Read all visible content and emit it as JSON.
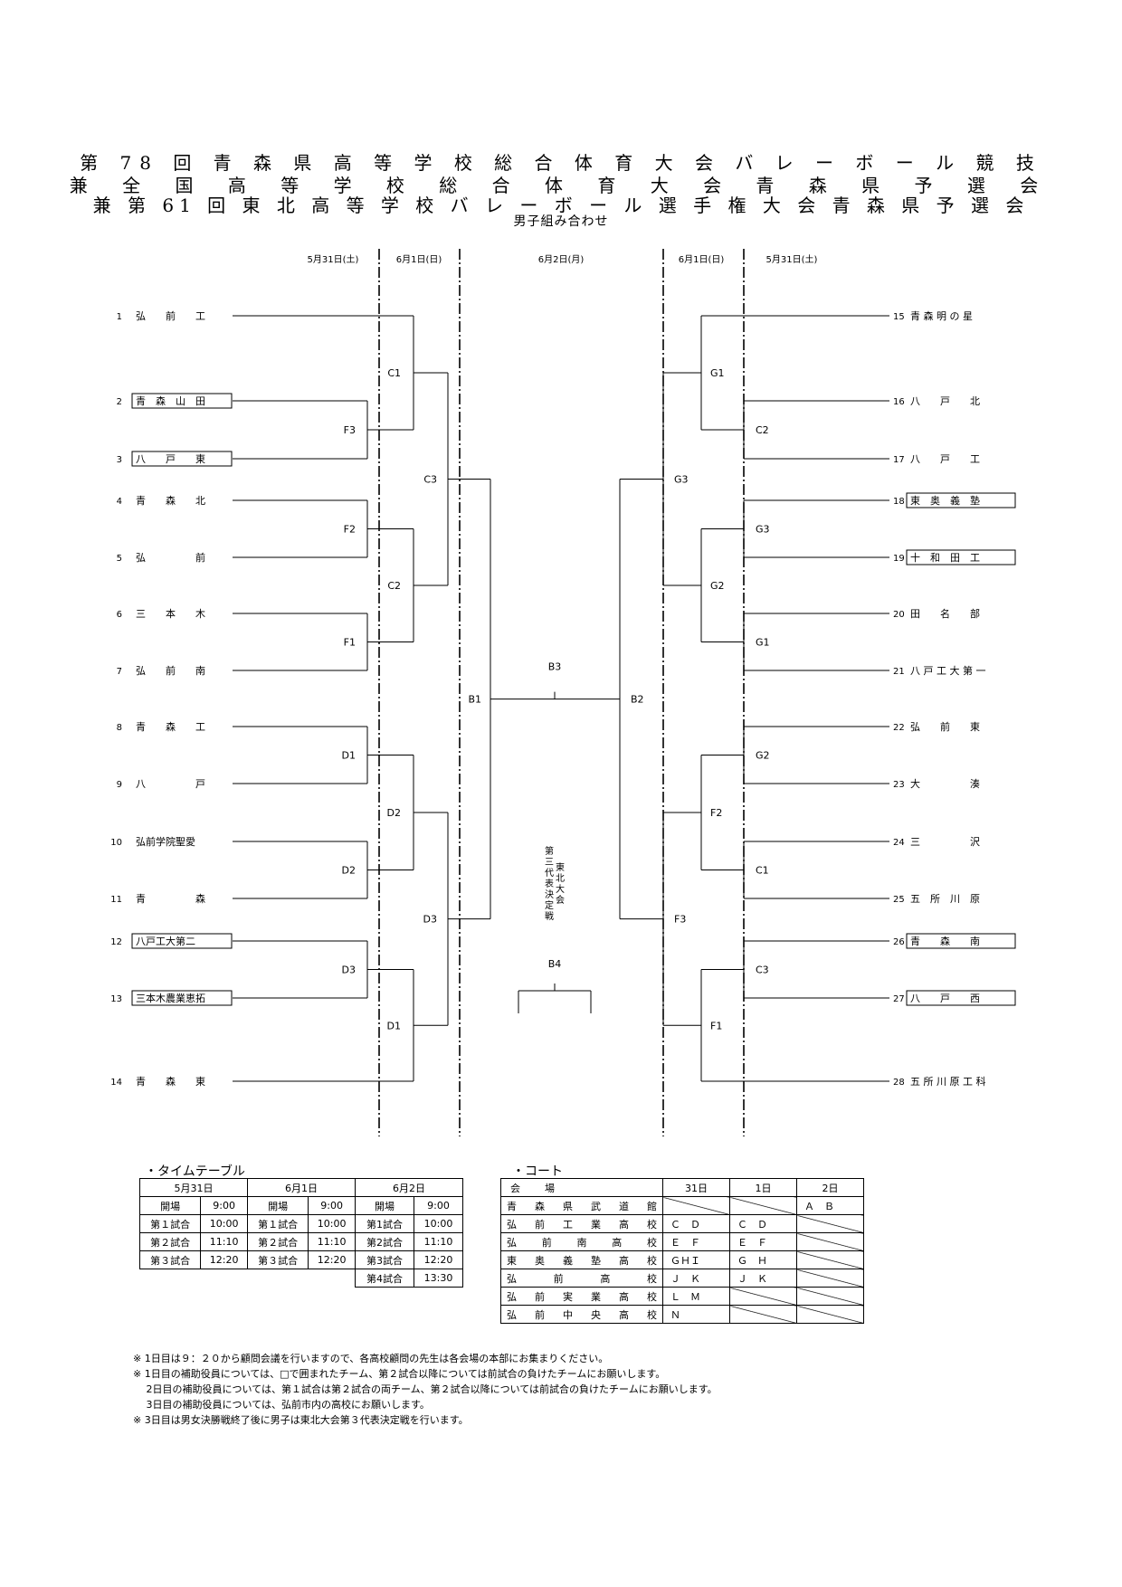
{
  "title": {
    "line1": "第 78 回 青 森 県 高 等 学 校 総 合 体 育 大 会 バ レ ー ボ ー ル 競 技",
    "line2": "兼 全 国 高 等 学 校 総 合 体 育 大 会 青 森 県 予 選 会",
    "line3": "兼 第 61 回 東 北 高 等 学 校 バ レ ー ボ ー ル 選 手 権 大 会 青 森 県 予 選 会",
    "subtitle": "男子組み合わせ"
  },
  "bracket": {
    "dates": [
      "5月31日(土)",
      "6月1日(日)",
      "6月2日(月)",
      "6月1日(日)",
      "5月31日(土)"
    ],
    "left_teams": [
      {
        "no": "1",
        "name": "弘　　前　　工",
        "boxed": false
      },
      {
        "no": "2",
        "name": "青　森　山　田",
        "boxed": true
      },
      {
        "no": "3",
        "name": "八　　戸　　東",
        "boxed": true
      },
      {
        "no": "4",
        "name": "青　　森　　北",
        "boxed": false
      },
      {
        "no": "5",
        "name": "弘　　　　　前",
        "boxed": false
      },
      {
        "no": "6",
        "name": "三　　本　　木",
        "boxed": false
      },
      {
        "no": "7",
        "name": "弘　　前　　南",
        "boxed": false
      },
      {
        "no": "8",
        "name": "青　　森　　工",
        "boxed": false
      },
      {
        "no": "9",
        "name": "八　　　　　戸",
        "boxed": false
      },
      {
        "no": "10",
        "name": "弘前学院聖愛",
        "boxed": false
      },
      {
        "no": "11",
        "name": "青　　　　　森",
        "boxed": false
      },
      {
        "no": "12",
        "name": "八戸工大第二",
        "boxed": true
      },
      {
        "no": "13",
        "name": "三本木農業恵拓",
        "boxed": true
      },
      {
        "no": "14",
        "name": "青　　森　　東",
        "boxed": false
      }
    ],
    "right_teams": [
      {
        "no": "15",
        "name": "青 森 明 の 星",
        "boxed": false
      },
      {
        "no": "16",
        "name": "八　　戸　　北",
        "boxed": false
      },
      {
        "no": "17",
        "name": "八　　戸　　工",
        "boxed": false
      },
      {
        "no": "18",
        "name": "東　奥　義　塾",
        "boxed": true
      },
      {
        "no": "19",
        "name": "十　和　田　工",
        "boxed": true
      },
      {
        "no": "20",
        "name": "田　　名　　部",
        "boxed": false
      },
      {
        "no": "21",
        "name": "八 戸 工 大 第 一",
        "boxed": false
      },
      {
        "no": "22",
        "name": "弘　　前　　東",
        "boxed": false
      },
      {
        "no": "23",
        "name": "大　　　　　湊",
        "boxed": false
      },
      {
        "no": "24",
        "name": "三　　　　　沢",
        "boxed": false
      },
      {
        "no": "25",
        "name": "五　所　川　原",
        "boxed": false
      },
      {
        "no": "26",
        "name": "青　　森　　南",
        "boxed": true
      },
      {
        "no": "27",
        "name": "八　　戸　　西",
        "boxed": true
      },
      {
        "no": "28",
        "name": "五 所 川 原 工 科",
        "boxed": false
      }
    ],
    "left_r1": [
      "F3",
      "F2",
      "F1",
      "D1",
      "D2",
      "D3"
    ],
    "left_r2": [
      "C1",
      "C2",
      "D2",
      "D1"
    ],
    "left_r3": [
      "C3",
      "D3"
    ],
    "left_semi": "B1",
    "right_r1": [
      "C2",
      "G3",
      "G1",
      "G2",
      "C1",
      "C3"
    ],
    "right_r2": [
      "G1",
      "G2",
      "F2",
      "F1"
    ],
    "right_r3": [
      "G3",
      "F3"
    ],
    "right_semi": "B2",
    "final": "B3",
    "third_place_label": "B4",
    "third_place_caption": [
      "東北大会",
      "第三代表決定戦"
    ]
  },
  "timetable": {
    "heading": "・タイムテーブル",
    "days": [
      "5月31日",
      "6月1日",
      "6月2日"
    ],
    "rows": [
      [
        "開場",
        "9:00",
        "開場",
        "9:00",
        "開場",
        "9:00"
      ],
      [
        "第１試合",
        "10:00",
        "第１試合",
        "10:00",
        "第1試合",
        "10:00"
      ],
      [
        "第２試合",
        "11:10",
        "第２試合",
        "11:10",
        "第2試合",
        "11:10"
      ],
      [
        "第３試合",
        "12:20",
        "第３試合",
        "12:20",
        "第3試合",
        "12:20"
      ],
      [
        "",
        "",
        "",
        "",
        "第4試合",
        "13:30"
      ]
    ]
  },
  "court": {
    "heading": "・コート",
    "header": [
      "会　場",
      "31日",
      "1日",
      "2日"
    ],
    "rows": [
      [
        "青森県武道館",
        "",
        "",
        "Ａ　Ｂ"
      ],
      [
        "弘前工業高校",
        "Ｃ　Ｄ",
        "Ｃ　Ｄ",
        ""
      ],
      [
        "弘前南高校",
        "Ｅ　Ｆ",
        "Ｅ　Ｆ",
        ""
      ],
      [
        "東奥義塾高校",
        "ＧＨＩ",
        "Ｇ　Ｈ",
        ""
      ],
      [
        "弘前高校",
        "Ｊ　Ｋ",
        "Ｊ　Ｋ",
        ""
      ],
      [
        "弘前実業高校",
        "Ｌ　Ｍ",
        "",
        ""
      ],
      [
        "弘前中央高校",
        "Ｎ",
        "",
        ""
      ]
    ]
  },
  "notes": [
    "※ 1日目は９：２０から顧問会議を行いますので、各高校顧問の先生は各会場の本部にお集まりください。",
    "※ 1日目の補助役員については、□で囲まれたチーム、第２試合以降については前試合の負けたチームにお願いします。",
    "　 2日目の補助役員については、第１試合は第２試合の両チーム、第２試合以降については前試合の負けたチームにお願いします。",
    "　 3日目の補助役員については、弘前市内の高校にお願いします。",
    "※ 3日目は男女決勝戦終了後に男子は東北大会第３代表決定戦を行います。"
  ]
}
